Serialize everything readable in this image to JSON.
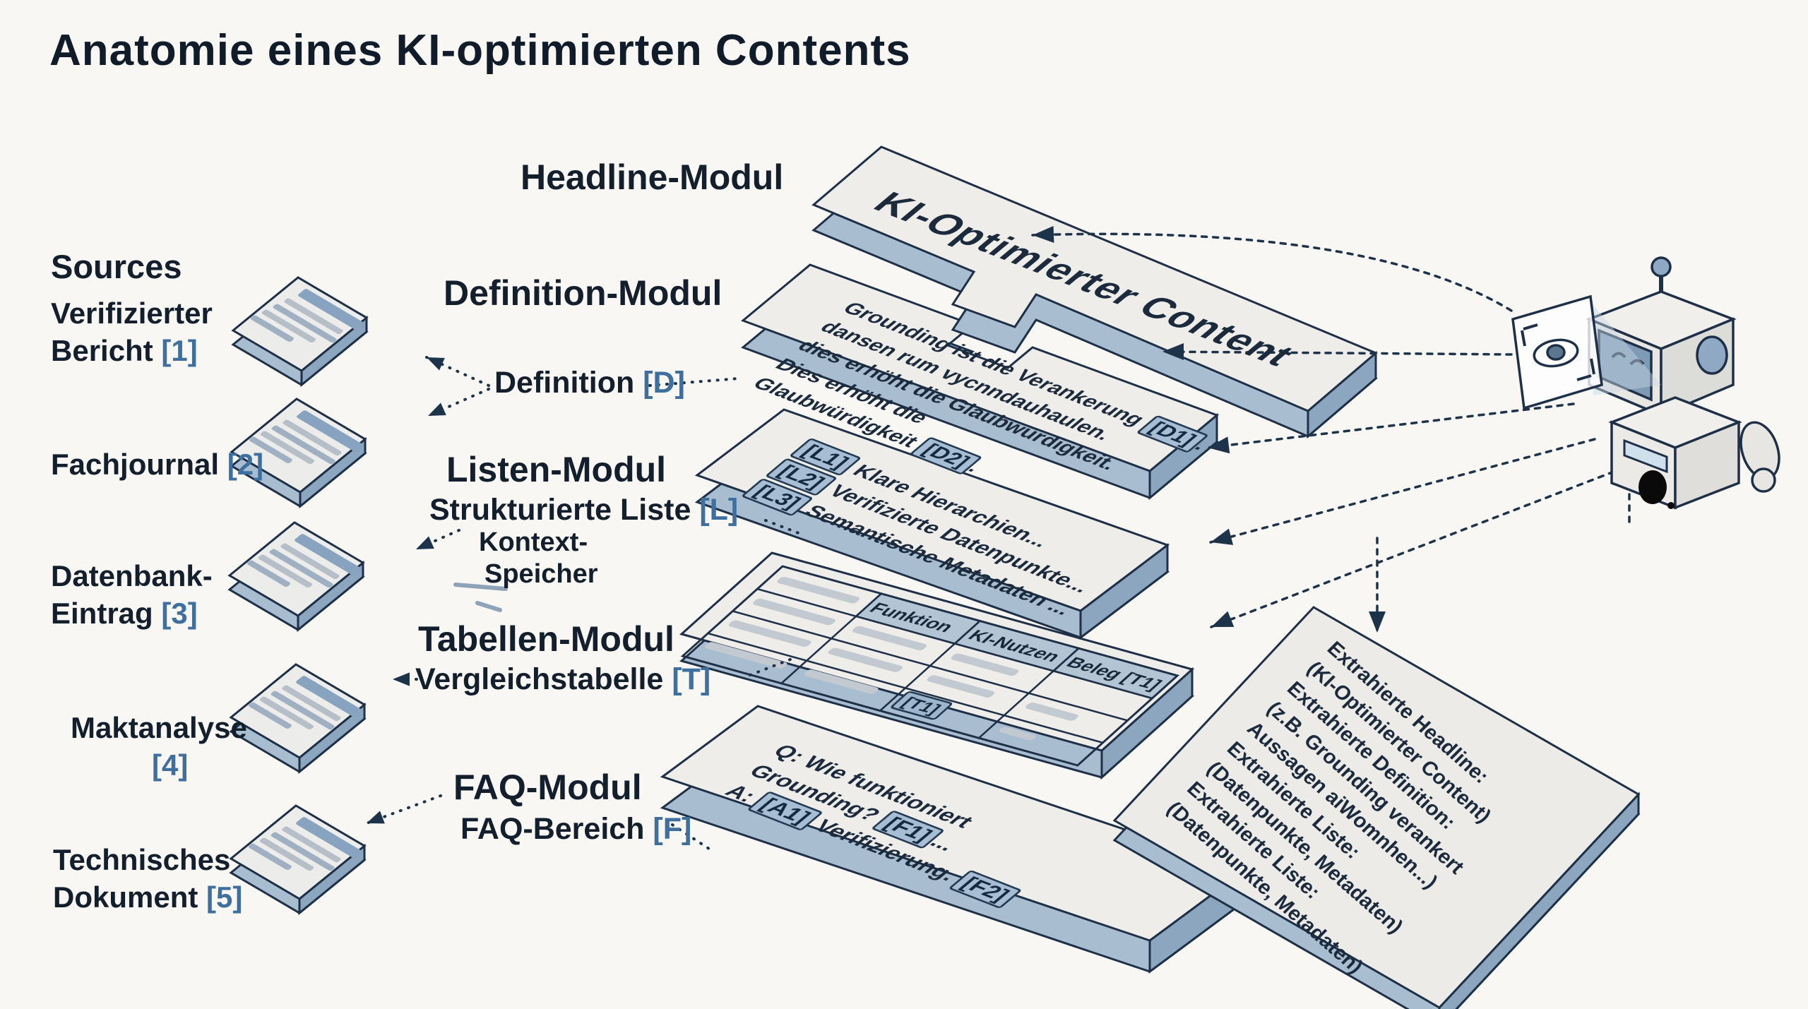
{
  "title": "Anatomie eines KI-optimierten Contents",
  "sources": {
    "heading": "Sources",
    "s1": {
      "l1": "Verifizierter",
      "l2": "Bericht",
      "ref": "[1]"
    },
    "s2": {
      "l1": "Fachjournal",
      "ref": "[2]"
    },
    "s3": {
      "l1": "Datenbank-",
      "l2": "Eintrag",
      "ref": "[3]"
    },
    "s4": {
      "l1": "Maktanalyse",
      "ref": "[4]"
    },
    "s5": {
      "l1": "Technisches",
      "l2": "Dokument",
      "ref": "[5]"
    }
  },
  "modules": {
    "headline": "Headline-Modul",
    "definition": "Definition-Modul",
    "definition_sub": "Definition",
    "definition_ref": "[D]",
    "listen": "Listen-Modul",
    "listen_sub": "Strukturierte Liste",
    "listen_ref": "[L]",
    "kontext_l1": "Kontext-",
    "kontext_l2": "Speicher",
    "tabellen": "Tabellen-Modul",
    "tabellen_sub": "Vergleichstabelle",
    "tabellen_ref": "[T]",
    "faq": "FAQ-Modul",
    "faq_sub": "FAQ-Bereich",
    "faq_ref": "[F]"
  },
  "headline_layer": {
    "title": "KI-Optimierter Content"
  },
  "definition_layer": {
    "l1a": "Grounding ist die Verankerung ",
    "l1b": "[D1]",
    "l1c": ".",
    "l2": "dansen rum vycnndauhaulen.",
    "l3": "dies erhöht die Glaubwürdigkeit.",
    "l4": "Dies erhöht die",
    "l5a": "Glaubwürdigkeit ",
    "l5b": "[D2]",
    "l5c": "."
  },
  "listen_layer": {
    "i1b": "[L1]",
    "i1t": " Klare Hierarchien...",
    "i2b": "[L2]",
    "i2t": " Verifizierte Datenpunkte...",
    "i3b": "[L3]",
    "i3t": " Semantische Metadaten ..."
  },
  "table_layer": {
    "h1": "Funktion",
    "h2": "KI-Nutzen",
    "h3": "Beleg [T1]",
    "cell_badge": "[T1]"
  },
  "faq_layer": {
    "l1": "Q: Wie funktioniert",
    "l2a": "Grounding? ",
    "l2b": "[F1]",
    "l2c": "...",
    "l3a": "A: ",
    "l3b": "[A1]",
    "l3c": " Verifizierung. ",
    "l3d": "[F2]"
  },
  "extracted": {
    "lines": [
      "Extrahierte Headline:",
      "(KI-Optimierter Content)",
      "Extrahierte Definition:",
      "(z.B. Grounding verankert",
      "Aussagen aiWomnhen...)",
      "Extrahierte Liste:",
      "(Datenpunkte, Metadaten)",
      "Extrahierte Liste:",
      "(Datenpunkte, Metadaten)"
    ]
  },
  "colors": {
    "ink": "#18293b",
    "accent_ref": "#3e6f9e",
    "badge_bg": "#a7bdd3",
    "slab_top": "#eeede9",
    "slab_side": "#a9bdd1",
    "slab_side_dark": "#8ca6bf",
    "table_header_bg": "#b3c4d5",
    "background": "#f8f7f4"
  }
}
